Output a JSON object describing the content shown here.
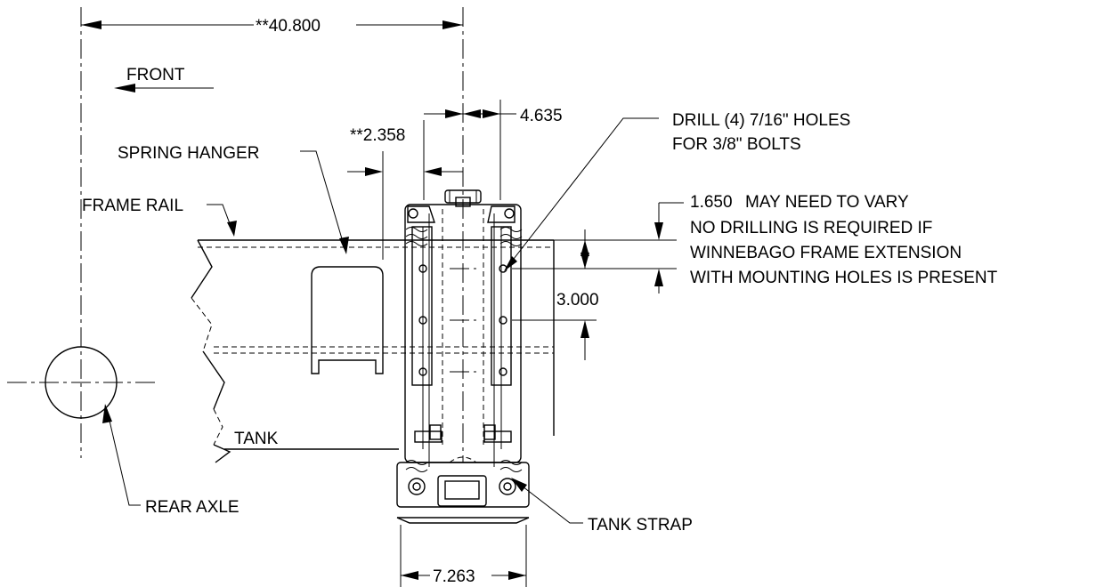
{
  "dimensions": {
    "overall": "**40.800",
    "spring_hanger_offset": "**2.358",
    "centerline_offset": "4.635",
    "vertical_offset": "1.650",
    "hole_spacing": "3.000",
    "bracket_width": "7.263"
  },
  "labels": {
    "front": "FRONT",
    "spring_hanger": "SPRING HANGER",
    "frame_rail": "FRAME RAIL",
    "tank": "TANK",
    "rear_axle": "REAR AXLE",
    "tank_strap": "TANK STRAP"
  },
  "notes": {
    "drill_line1": "DRILL (4) 7/16\" HOLES",
    "drill_line2": "FOR 3/8\" BOLTS",
    "vary_line1": "MAY NEED TO VARY",
    "vary_line2": "NO DRILLING IS REQUIRED IF",
    "vary_line3": "WINNEBAGO  FRAME EXTENSION",
    "vary_line4": "WITH MOUNTING HOLES  IS PRESENT"
  }
}
